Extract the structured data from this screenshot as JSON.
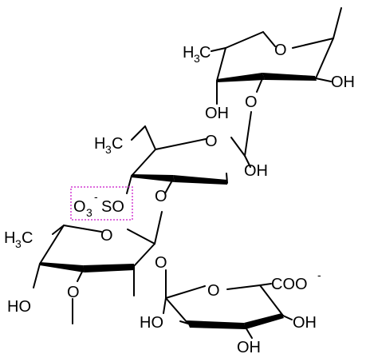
{
  "labels": {
    "ring_oxygen": "O",
    "linkage_oxygen": "O",
    "hydroxyl": "OH",
    "hydroxyl_left": "HO",
    "methyl_prefix": "H",
    "methyl_subscript": "3",
    "methyl_suffix": "C",
    "sulfate_o": "O",
    "sulfate_subscript": "3",
    "sulfate_charge": "-",
    "sulfate_so": "SO",
    "carboxylate": "COO",
    "carboxylate_charge": "-"
  },
  "highlight_color": "#d23ad2"
}
